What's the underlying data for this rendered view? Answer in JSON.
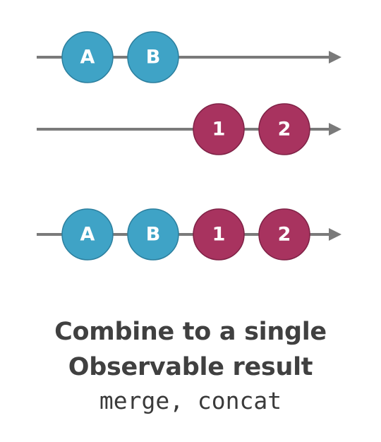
{
  "colors": {
    "line": "#7a7a7a",
    "blue": "#3fa3c6",
    "crimson": "#a8335f",
    "text": "#404040"
  },
  "timelines": [
    {
      "name": "source-letters",
      "marbles": [
        {
          "label": "A",
          "color": "blue"
        },
        {
          "label": "B",
          "color": "blue"
        }
      ]
    },
    {
      "name": "source-numbers",
      "marbles": [
        {
          "label": "1",
          "color": "crimson"
        },
        {
          "label": "2",
          "color": "crimson"
        }
      ]
    },
    {
      "name": "combined-result",
      "marbles": [
        {
          "label": "A",
          "color": "blue"
        },
        {
          "label": "B",
          "color": "blue"
        },
        {
          "label": "1",
          "color": "crimson"
        },
        {
          "label": "2",
          "color": "crimson"
        }
      ]
    }
  ],
  "caption": {
    "line1": "Combine to a single",
    "line2": "Observable result",
    "operators": "merge, concat"
  }
}
